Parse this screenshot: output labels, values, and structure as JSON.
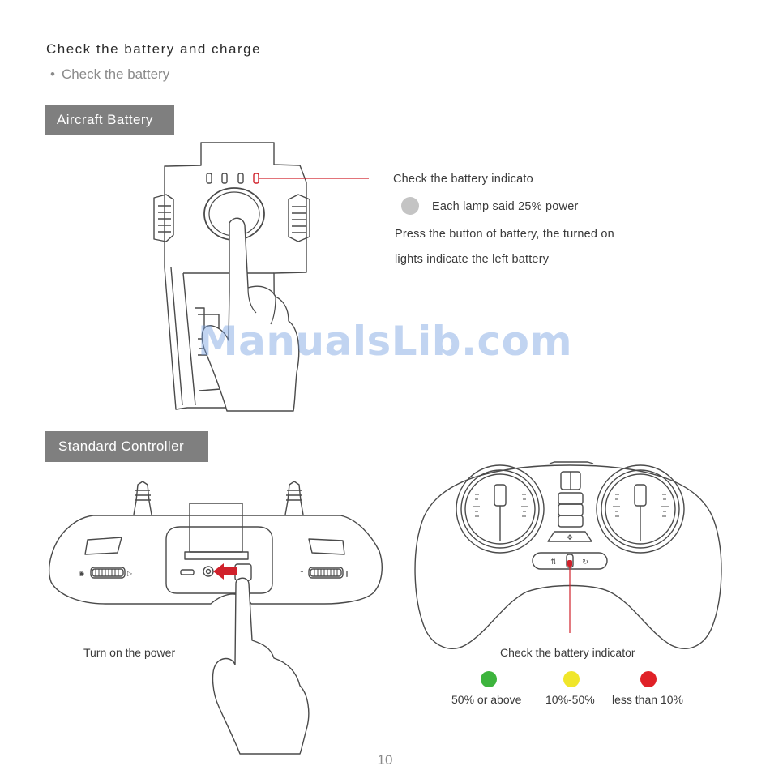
{
  "page": {
    "title": "Check the battery and charge",
    "bullet": "Check the battery",
    "page_number": "10",
    "watermark": "ManualsLib.com"
  },
  "aircraft": {
    "tab_label": "Aircraft Battery",
    "indicator_label": "Check the battery indicato",
    "lamp_note": "Each lamp said 25% power",
    "press_line1": "Press the button of battery, the turned on",
    "press_line2": "lights indicate the left battery",
    "lamp_color": "#c4c4c4",
    "accent": "#d0212b"
  },
  "controller": {
    "tab_label": "Standard Controller",
    "power_label": "Turn on the power",
    "indicator_label": "Check the battery indicator",
    "legend": [
      {
        "label": "50% or above",
        "color": "#3db43d"
      },
      {
        "label": "10%-50%",
        "color": "#f0e62a"
      },
      {
        "label": "less than 10%",
        "color": "#e02127"
      }
    ]
  }
}
